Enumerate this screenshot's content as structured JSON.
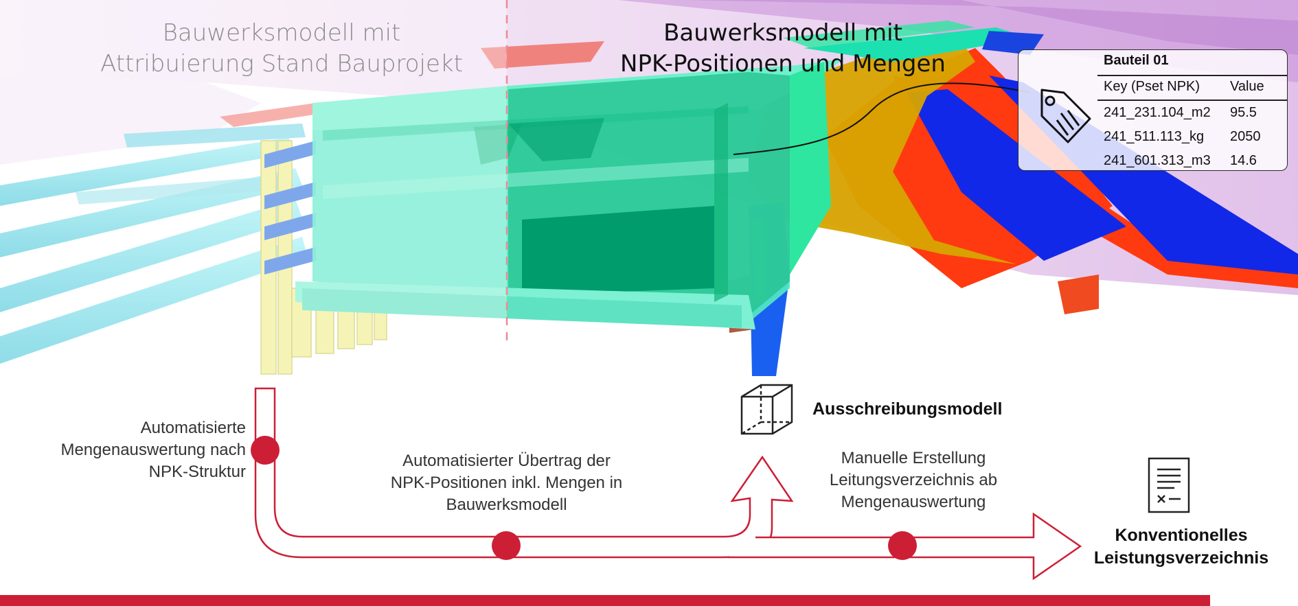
{
  "titles": {
    "left": {
      "line1": "Bauwerksmodell mit",
      "line2": "Attribuierung Stand Bauprojekt"
    },
    "right": {
      "line1": "Bauwerksmodell mit",
      "line2": "NPK-Positionen und Mengen"
    }
  },
  "property_card": {
    "title": "Bauteil 01",
    "header": {
      "key": "Key (Pset NPK)",
      "value": "Value"
    },
    "rows": [
      {
        "key": "241_231.104_m2",
        "value": "95.5"
      },
      {
        "key": "241_511.113_kg",
        "value": "2050"
      },
      {
        "key": "241_601.313_m3",
        "value": "14.6"
      }
    ],
    "icon": "tag-icon"
  },
  "workflow": {
    "step1": {
      "line1": "Automatisierte",
      "line2": "Mengenauswertung nach",
      "line3": "NPK-Struktur"
    },
    "step2": {
      "line1": "Automatisierter Übertrag der",
      "line2": "NPK-Positionen inkl. Mengen in",
      "line3": "Bauwerksmodell"
    },
    "step3": {
      "line1": "Manuelle Erstellung",
      "line2": "Leitungsverzeichnis ab",
      "line3": "Mengenauswertung"
    },
    "output1": {
      "label": "Ausschreibungsmodell",
      "icon": "cube-icon"
    },
    "output2": {
      "line1": "Konventionelles",
      "line2": "Leistungsverzeichnis",
      "icon": "document-icon"
    }
  },
  "colors": {
    "accent_red": "#cc1f36",
    "bridge_green": "#2ee6a0",
    "bridge_dark_green": "#00a070",
    "terrain_gold": "#d8a400",
    "rail_blue": "#1030e0",
    "rail_red": "#ff3010",
    "sky_violet": "#e8c8ef"
  }
}
